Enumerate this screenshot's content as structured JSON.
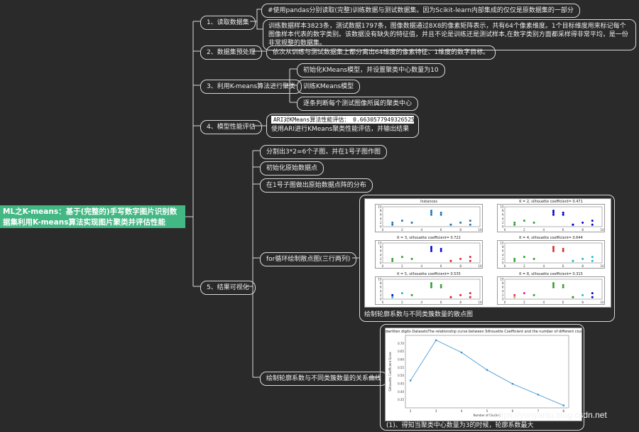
{
  "root": {
    "title": "ML之K-means：基于(完整的)手写数字图片识别数据集利用K-means算法实现图片聚类并评估性能"
  },
  "sections": [
    {
      "label": "1、读取数据集",
      "children": [
        "#使用pandas分别读取(完整)训练数据与测试数据集。因为Scikit-learn内部集成的仅仅是原数据集的一部分",
        "训练数据样本3823条，测试数据1797条，图像数据通过8X8的像素矩阵表示，共有64个像素维度。1个目标维度用来标记每个图像样本代表的数字类别。该数据没有缺失的特征值，并且不论是训练还是测试样本,在数字类别方面都采样得非常平均，是一份非常规整的数据集。"
      ]
    },
    {
      "label": "2、数据集预处理",
      "children": [
        "依次从训练与测试数据集上都分离出64维度的像素特征、1维度的数字目标。"
      ]
    },
    {
      "label": "3、利用K-means算法进行聚类",
      "children": [
        "初始化KMeans模型，并设置聚类中心数量为10",
        "训练KMeans模型",
        "逐条判断每个测试图像所属的聚类中心"
      ]
    },
    {
      "label": "4、模型性能评估",
      "children": [
        "ARI对KMeans算法性能评估： 0.6630577949326525",
        "使用ARI进行KMeans聚类性能评估，并输出结果"
      ]
    },
    {
      "label": "5、结果可视化",
      "children": [
        "分割出3*2=6个子图，并在1号子图作图",
        "初始化原始数据点",
        "在1号子图做出原始数据点阵的分布",
        "for循环绘制散点图(三行两列)",
        "绘制轮廓系数与不同类簇数量的关系曲线"
      ]
    }
  ],
  "scatter_caption": "绘制轮廓系数与不同类簇数量的散点图",
  "line_caption": "(1)、得知当聚类中心数量为3的时候，轮廓系数最大",
  "watermark": "https://yunyaniu.blog.csdn.net",
  "chart_data": [
    {
      "type": "scatter",
      "subplots": [
        {
          "title": "Instances"
        },
        {
          "title": "K = 2, silhouette coefficient= 0.471"
        },
        {
          "title": "K = 3, silhouette coefficient= 0.722"
        },
        {
          "title": "K = 4, silhouette coefficient= 0.644"
        },
        {
          "title": "K = 5, silhouette coefficient= 0.535"
        },
        {
          "title": "K = 8, silhouette coefficient= 0.315"
        }
      ],
      "x": [
        1,
        2,
        3,
        1,
        5,
        6,
        5,
        5,
        6,
        7,
        8,
        9,
        7,
        9
      ],
      "y": [
        1,
        3,
        2,
        2,
        8,
        6,
        7,
        6,
        7,
        1,
        2,
        1,
        1,
        3
      ],
      "xticks": [
        0,
        2,
        4,
        6,
        8,
        10
      ],
      "yticks": [
        0,
        2,
        4,
        6,
        8,
        10
      ],
      "xlim": [
        0,
        10
      ],
      "ylim": [
        0,
        10
      ],
      "colors": [
        "#1f77b4",
        "#2ca02c",
        "#d62728",
        "#17becf",
        "#0000cc",
        "#bcbd22",
        "#8a2be2",
        "#ff1493"
      ],
      "labels": [
        [
          0,
          0,
          0,
          0,
          0,
          0,
          0,
          0,
          0,
          0,
          0,
          0,
          0,
          0
        ],
        [
          1,
          1,
          1,
          1,
          4,
          4,
          4,
          4,
          4,
          4,
          4,
          4,
          4,
          4
        ],
        [
          1,
          1,
          1,
          1,
          4,
          4,
          4,
          4,
          4,
          2,
          2,
          2,
          2,
          2
        ],
        [
          1,
          1,
          1,
          1,
          2,
          2,
          2,
          2,
          2,
          3,
          3,
          3,
          3,
          3
        ],
        [
          3,
          3,
          1,
          4,
          1,
          1,
          1,
          1,
          1,
          2,
          2,
          2,
          2,
          2
        ],
        [
          5,
          7,
          1,
          7,
          1,
          1,
          1,
          1,
          1,
          2,
          3,
          4,
          1,
          4
        ]
      ]
    },
    {
      "type": "line",
      "title": "Handwritten digits DatasetsThe relationship curve between Silhouette Coefficient and the number of different clusters",
      "xlabel": "Number of Clusters",
      "ylabel": "Silhouette Coefficient Score",
      "x": [
        2,
        3,
        4,
        5,
        6,
        7,
        8
      ],
      "values": [
        0.47,
        0.72,
        0.644,
        0.535,
        0.449,
        0.382,
        0.315
      ],
      "xticks": [
        2,
        3,
        4,
        5,
        6,
        7,
        8
      ],
      "yticks": [
        0.35,
        0.4,
        0.45,
        0.5,
        0.55,
        0.6,
        0.65,
        0.7
      ],
      "ylim": [
        0.3,
        0.75
      ],
      "color": "#3b8fd0"
    }
  ]
}
